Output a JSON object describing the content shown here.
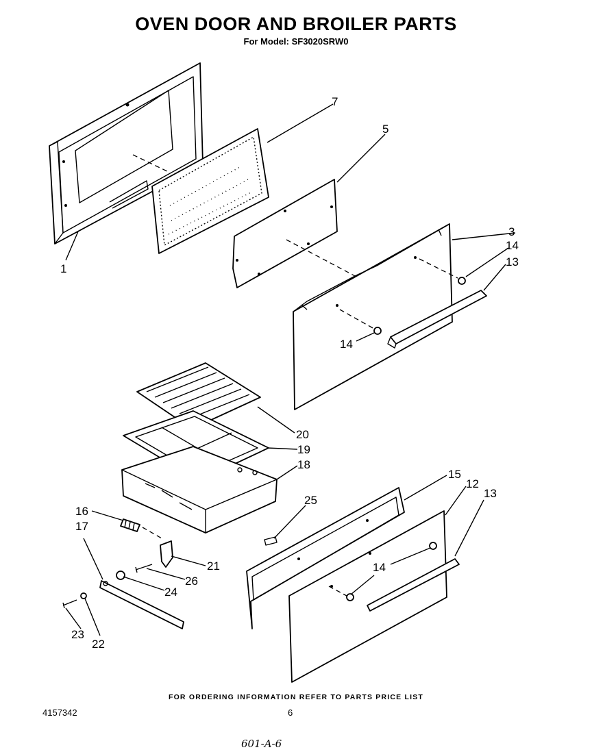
{
  "header": {
    "title": "OVEN DOOR AND BROILER PARTS",
    "subtitle": "For Model: SF3020SRW0"
  },
  "callouts": {
    "c1": "1",
    "c3": "3",
    "c5": "5",
    "c7": "7",
    "c12": "12",
    "c13a": "13",
    "c13b": "13",
    "c14a": "14",
    "c14b": "14",
    "c14c": "14",
    "c15": "15",
    "c16": "16",
    "c17": "17",
    "c18": "18",
    "c19": "19",
    "c20": "20",
    "c21": "21",
    "c22": "22",
    "c23": "23",
    "c24": "24",
    "c25": "25",
    "c26": "26"
  },
  "footer": {
    "note": "FOR ORDERING INFORMATION REFER TO PARTS PRICE LIST",
    "doc_number": "4157342",
    "page_number": "6",
    "handwritten": "601-A-6"
  }
}
